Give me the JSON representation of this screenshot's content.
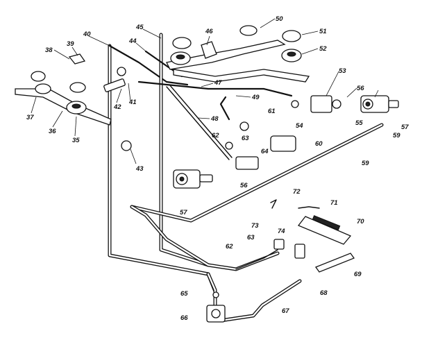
{
  "labels": [
    {
      "id": "p35",
      "text": "35"
    },
    {
      "id": "p36",
      "text": "36"
    },
    {
      "id": "p37",
      "text": "37"
    },
    {
      "id": "p38",
      "text": "38"
    },
    {
      "id": "p39",
      "text": "39"
    },
    {
      "id": "p40",
      "text": "40"
    },
    {
      "id": "p41",
      "text": "41"
    },
    {
      "id": "p42",
      "text": "42"
    },
    {
      "id": "p43",
      "text": "43"
    },
    {
      "id": "p44",
      "text": "44"
    },
    {
      "id": "p45",
      "text": "45"
    },
    {
      "id": "p46",
      "text": "46"
    },
    {
      "id": "p47",
      "text": "47"
    },
    {
      "id": "p48",
      "text": "48"
    },
    {
      "id": "p49",
      "text": "49"
    },
    {
      "id": "p50",
      "text": "50"
    },
    {
      "id": "p51",
      "text": "51"
    },
    {
      "id": "p52",
      "text": "52"
    },
    {
      "id": "p53",
      "text": "53"
    },
    {
      "id": "p54",
      "text": "54"
    },
    {
      "id": "p55",
      "text": "55"
    },
    {
      "id": "p56a",
      "text": "56"
    },
    {
      "id": "p56b",
      "text": "56"
    },
    {
      "id": "p57a",
      "text": "57"
    },
    {
      "id": "p57b",
      "text": "57"
    },
    {
      "id": "p59a",
      "text": "59"
    },
    {
      "id": "p59b",
      "text": "59"
    },
    {
      "id": "p60",
      "text": "60"
    },
    {
      "id": "p61",
      "text": "61"
    },
    {
      "id": "p62a",
      "text": "62"
    },
    {
      "id": "p62b",
      "text": "62"
    },
    {
      "id": "p63a",
      "text": "63"
    },
    {
      "id": "p63b",
      "text": "63"
    },
    {
      "id": "p64",
      "text": "64"
    },
    {
      "id": "p65",
      "text": "65"
    },
    {
      "id": "p66",
      "text": "66"
    },
    {
      "id": "p67",
      "text": "67"
    },
    {
      "id": "p68",
      "text": "68"
    },
    {
      "id": "p69",
      "text": "69"
    },
    {
      "id": "p70",
      "text": "70"
    },
    {
      "id": "p71",
      "text": "71"
    },
    {
      "id": "p72",
      "text": "72"
    },
    {
      "id": "p73",
      "text": "73"
    },
    {
      "id": "p74",
      "text": "74"
    }
  ]
}
